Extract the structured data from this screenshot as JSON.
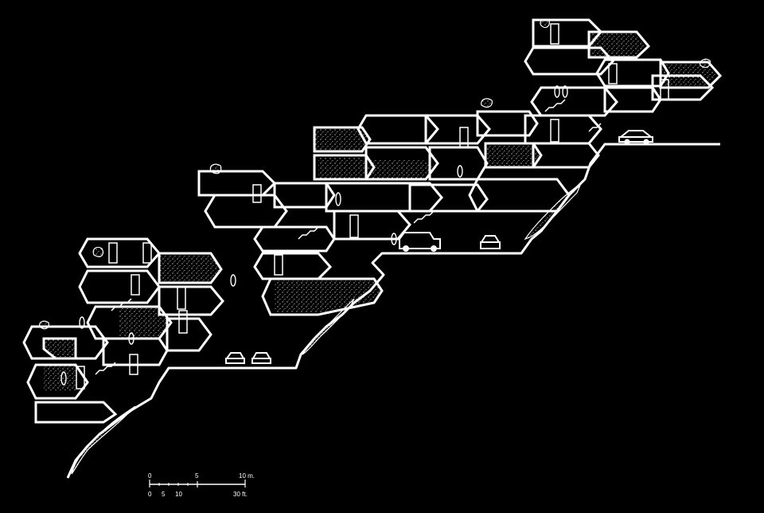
{
  "colors": {
    "background": "#000000",
    "line": "#ffffff"
  },
  "scale_bar": {
    "metric": {
      "ticks": [
        "0",
        "5",
        "10 m."
      ]
    },
    "imperial": {
      "ticks": [
        "0",
        "5",
        "10",
        "30 ft."
      ]
    }
  }
}
